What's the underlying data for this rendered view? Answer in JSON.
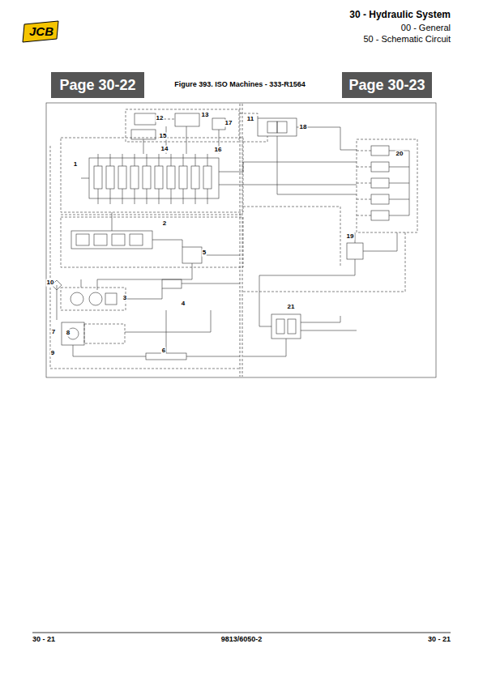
{
  "diagram": {
    "title": "Figure 393. ISO Machines - 333-R1564",
    "nodes": [
      {
        "text": [
          "Page 30-22"
        ]
      },
      {
        "text": [
          "Page 30-23"
        ]
      }
    ],
    "labels": [
      "JCB",
      "30 - Hydraulic System",
      "00 - General",
      "50 - Schematic Circuit",
      "1",
      "2",
      "3",
      "4",
      "5",
      "6",
      "7",
      "8",
      "9",
      "10",
      "11",
      "12",
      "13",
      "14",
      "15",
      "16",
      "17",
      "18",
      "19",
      "20",
      "21",
      "30 - 21",
      "9813/6050-2",
      "30 - 21"
    ]
  }
}
